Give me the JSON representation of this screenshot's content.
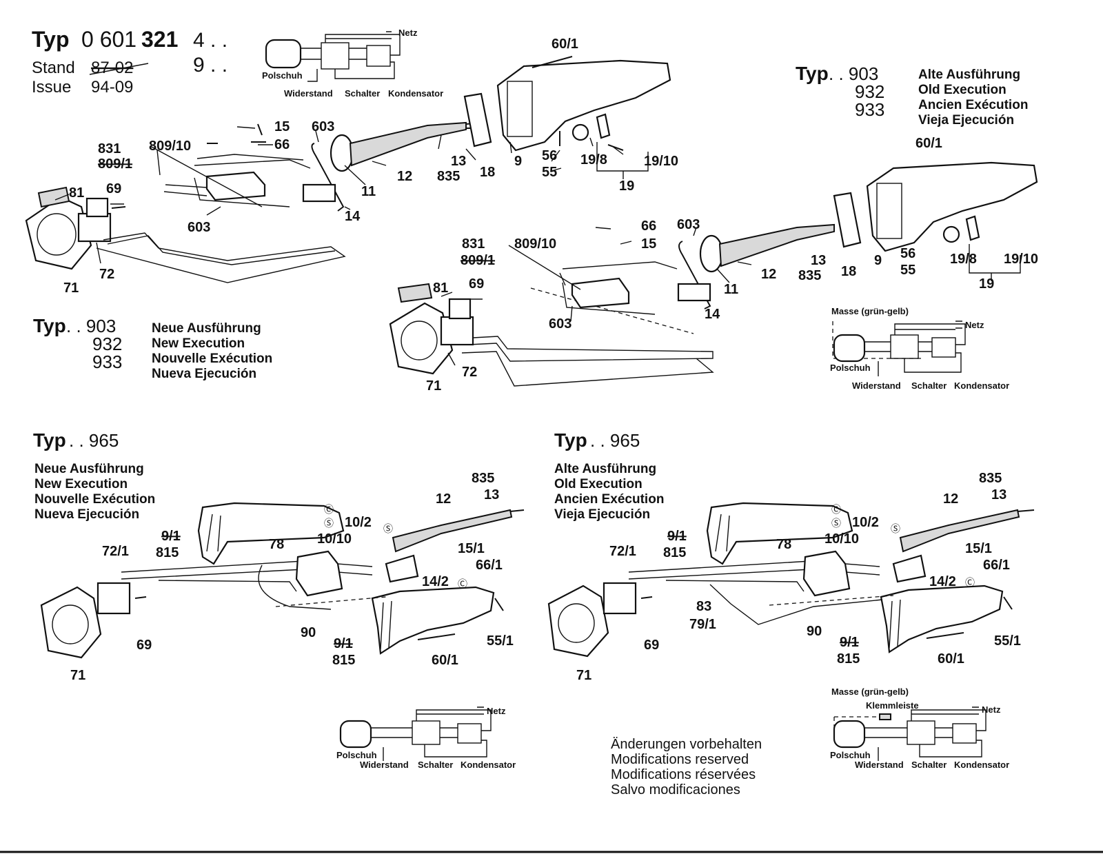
{
  "header": {
    "typ_label": "Typ",
    "typ_number_a": "0 601",
    "typ_number_b": "321",
    "variant_4": "4 . .",
    "variant_9": "9 . .",
    "stand_label": "Stand",
    "stand_value": "87-02",
    "issue_label": "Issue",
    "issue_value": "94-09"
  },
  "wiring_labels": {
    "netz": "Netz",
    "polschuh": "Polschuh",
    "widerstand": "Widerstand",
    "schalter": "Schalter",
    "kondensator": "Kondensator",
    "masse": "Masse (grün-gelb)",
    "klemmleiste": "Klemmleiste"
  },
  "blocks": {
    "top_left": {
      "typ_label": "Typ",
      "typ_codes": [
        ". . 903",
        "932",
        "933"
      ],
      "execution": [
        "Neue Ausführung",
        "New Execution",
        "Nouvelle Exécution",
        "Nueva Ejecución"
      ],
      "parts": [
        "60/1",
        "15",
        "66",
        "603",
        "831",
        "809/10",
        "809/1",
        "81",
        "69",
        "603",
        "71",
        "72",
        "12",
        "11",
        "14",
        "13",
        "835",
        "18",
        "9",
        "56",
        "55",
        "19/8",
        "19/10",
        "19"
      ]
    },
    "top_right": {
      "typ_label": "Typ",
      "typ_codes": [
        ". . 903",
        "932",
        "933"
      ],
      "execution": [
        "Alte Ausführung",
        "Old Execution",
        "Ancien Exécution",
        "Vieja Ejecución"
      ],
      "parts": [
        "60/1",
        "66",
        "15",
        "603",
        "831",
        "809/10",
        "809/1",
        "81",
        "69",
        "603",
        "71",
        "72",
        "12",
        "11",
        "14",
        "13",
        "835",
        "18",
        "9",
        "56",
        "55",
        "19/8",
        "19/10",
        "19"
      ]
    },
    "bottom_left": {
      "typ_label": "Typ",
      "typ_code": ". . 965",
      "execution": [
        "Neue Ausführung",
        "New Execution",
        "Nouvelle Exécution",
        "Nueva Ejecución"
      ],
      "parts": [
        "835",
        "13",
        "12",
        "10/2",
        "10/10",
        "9/1",
        "815",
        "78",
        "72/1",
        "15/1",
        "66/1",
        "14/2",
        "90",
        "69",
        "71",
        "9/1",
        "815",
        "60/1",
        "55/1"
      ]
    },
    "bottom_right": {
      "typ_label": "Typ",
      "typ_code": ". . 965",
      "execution": [
        "Alte Ausführung",
        "Old Execution",
        "Ancien Exécution",
        "Vieja Ejecución"
      ],
      "parts": [
        "835",
        "13",
        "12",
        "10/2",
        "10/10",
        "9/1",
        "815",
        "78",
        "72/1",
        "15/1",
        "66/1",
        "14/2",
        "83",
        "79/1",
        "90",
        "69",
        "71",
        "9/1",
        "815",
        "60/1",
        "55/1"
      ]
    }
  },
  "notice": [
    "Änderungen vorbehalten",
    "Modifications reserved",
    "Modifications réservées",
    "Salvo modificaciones"
  ]
}
